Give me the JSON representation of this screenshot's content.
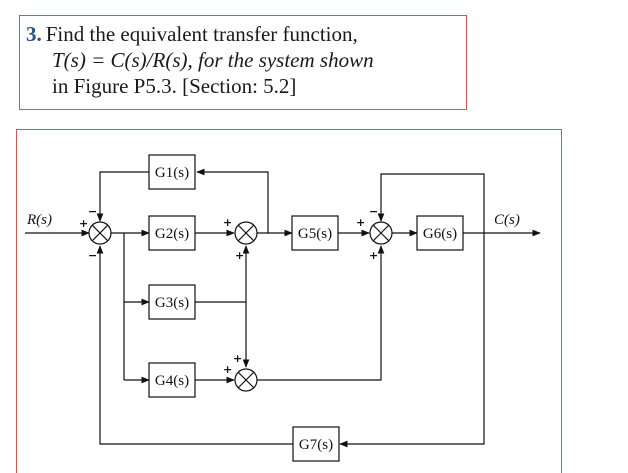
{
  "problem": {
    "number": "3.",
    "line1": "Find the equivalent transfer function,",
    "line2": "T(s) = C(s)/R(s), for the system shown",
    "line3": "in Figure P5.3. [Section: 5.2]"
  },
  "diagram": {
    "input_label": "R(s)",
    "output_label": "C(s)",
    "blocks": {
      "g1": "G1(s)",
      "g2": "G2(s)",
      "g3": "G3(s)",
      "g4": "G4(s)",
      "g5": "G5(s)",
      "g6": "G6(s)",
      "g7": "G7(s)"
    },
    "signs": {
      "s1_left": "+",
      "s1_top": "−",
      "s1_bottom": "−",
      "s2_left": "+",
      "s2_bottom": "+",
      "s3_left": "+",
      "s3_top": "−",
      "s3_bottom": "+",
      "s4_left": "+",
      "s4_top": "+"
    }
  }
}
